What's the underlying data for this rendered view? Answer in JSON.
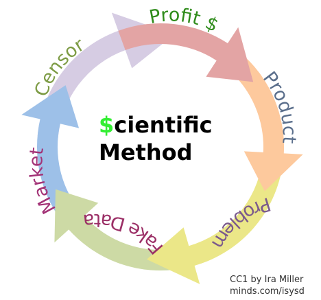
{
  "diagram": {
    "title_symbol": "$",
    "title_rest": "cientific",
    "title_line2": "Method",
    "stages": [
      {
        "label": "Profit $",
        "color": "#e3a4a4",
        "text_color": "#2e8b1a"
      },
      {
        "label": "Product",
        "color": "#fdc99d",
        "text_color": "#5b6f8c"
      },
      {
        "label": "Problem",
        "color": "#ebe788",
        "text_color": "#7b5a8c"
      },
      {
        "label": "Fake Data",
        "color": "#cddaa5",
        "text_color": "#9b2f66"
      },
      {
        "label": "Market",
        "color": "#9dc0e8",
        "text_color": "#a33377"
      },
      {
        "label": "Censor",
        "color": "#d6cce3",
        "text_color": "#7e9c46"
      }
    ],
    "credit_line1": "CC1 by Ira Miller",
    "credit_line2": "minds.com/isysd"
  }
}
